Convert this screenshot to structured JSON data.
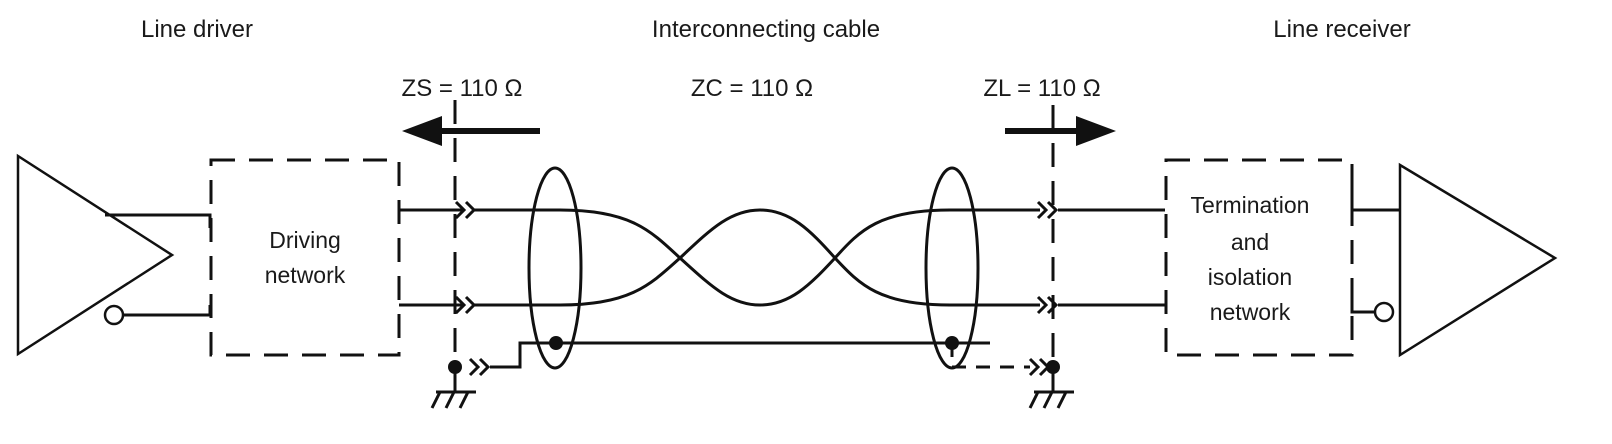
{
  "headers": {
    "left": "Line driver",
    "center": "Interconnecting cable",
    "right": "Line receiver"
  },
  "impedances": {
    "source": "ZS = 110 Ω",
    "cable": "ZC = 110 Ω",
    "load": "ZL = 110 Ω"
  },
  "boxes": {
    "driving_line1": "Driving",
    "driving_line2": "network",
    "term_line1": "Termination",
    "term_line2": "and",
    "term_line3": "isolation",
    "term_line4": "network"
  }
}
